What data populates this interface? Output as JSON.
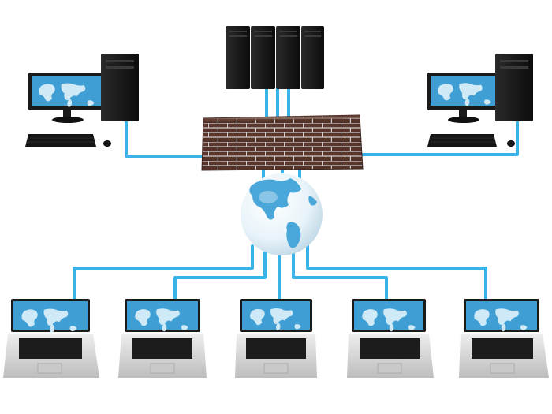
{
  "colors": {
    "cable": "#3ab3e8",
    "cable_edge": "#1d8fc4",
    "ocean": "#eaf5fb",
    "land": "#4aa7d9",
    "screen_bg": "#3f9fd4",
    "screen_map": "#cfe9f7",
    "device_black": "#161616",
    "laptop_silver": "#d9d9d9",
    "brick": "#4a2d26",
    "mortar": "#cfcfcf"
  },
  "icons": {
    "server_rack": "server-rack-icon",
    "firewall": "brick-wall-firewall-icon",
    "internet": "globe-icon",
    "desktop": "desktop-computer-icon",
    "laptop": "laptop-icon"
  },
  "nodes": {
    "server_unit_count": 4,
    "desktop_count": 2,
    "laptop_count": 5
  }
}
